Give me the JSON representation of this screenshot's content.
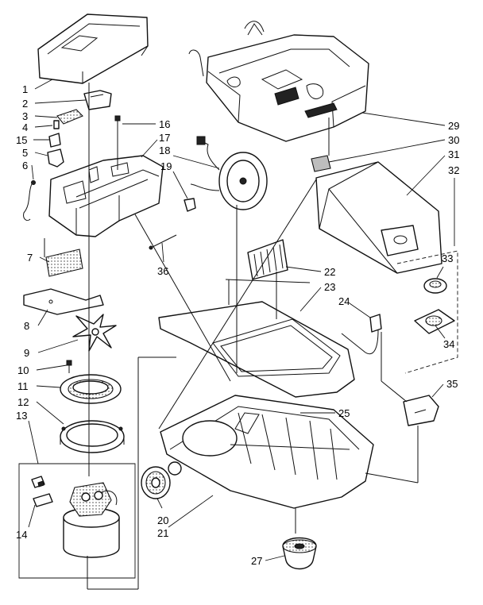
{
  "diagram": {
    "callouts": [
      {
        "id": "1",
        "part": "top-cover"
      },
      {
        "id": "2",
        "part": "switch-bracket"
      },
      {
        "id": "3",
        "part": "switch-button"
      },
      {
        "id": "4",
        "part": "small-pin"
      },
      {
        "id": "15",
        "part": "clip"
      },
      {
        "id": "5",
        "part": "switch"
      },
      {
        "id": "6",
        "part": "wire-lead"
      },
      {
        "id": "7",
        "part": "filter-pad"
      },
      {
        "id": "8",
        "part": "baffle-plate"
      },
      {
        "id": "9",
        "part": "fan"
      },
      {
        "id": "10",
        "part": "screw"
      },
      {
        "id": "11",
        "part": "gasket-ring"
      },
      {
        "id": "12",
        "part": "motor-mount-ring"
      },
      {
        "id": "13",
        "part": "motor-assembly"
      },
      {
        "id": "14",
        "part": "brush-kit"
      },
      {
        "id": "16",
        "part": "screw"
      },
      {
        "id": "17",
        "part": "motor-housing"
      },
      {
        "id": "18",
        "part": "cord-reel"
      },
      {
        "id": "19",
        "part": "cord-plug"
      },
      {
        "id": "20",
        "part": "wheel"
      },
      {
        "id": "21",
        "part": "base"
      },
      {
        "id": "22",
        "part": "exhaust-filter"
      },
      {
        "id": "23",
        "part": "bumper-frame"
      },
      {
        "id": "24",
        "part": "connector-harness"
      },
      {
        "id": "25",
        "part": "screw"
      },
      {
        "id": "27",
        "part": "caster"
      },
      {
        "id": "29",
        "part": "hood"
      },
      {
        "id": "30",
        "part": "bag-holder-clip"
      },
      {
        "id": "31",
        "part": "dust-bag"
      },
      {
        "id": "32",
        "part": "bag-holder-group"
      },
      {
        "id": "33",
        "part": "seal"
      },
      {
        "id": "34",
        "part": "bag-plate"
      },
      {
        "id": "35",
        "part": "latch"
      },
      {
        "id": "36",
        "part": "rod"
      }
    ]
  }
}
